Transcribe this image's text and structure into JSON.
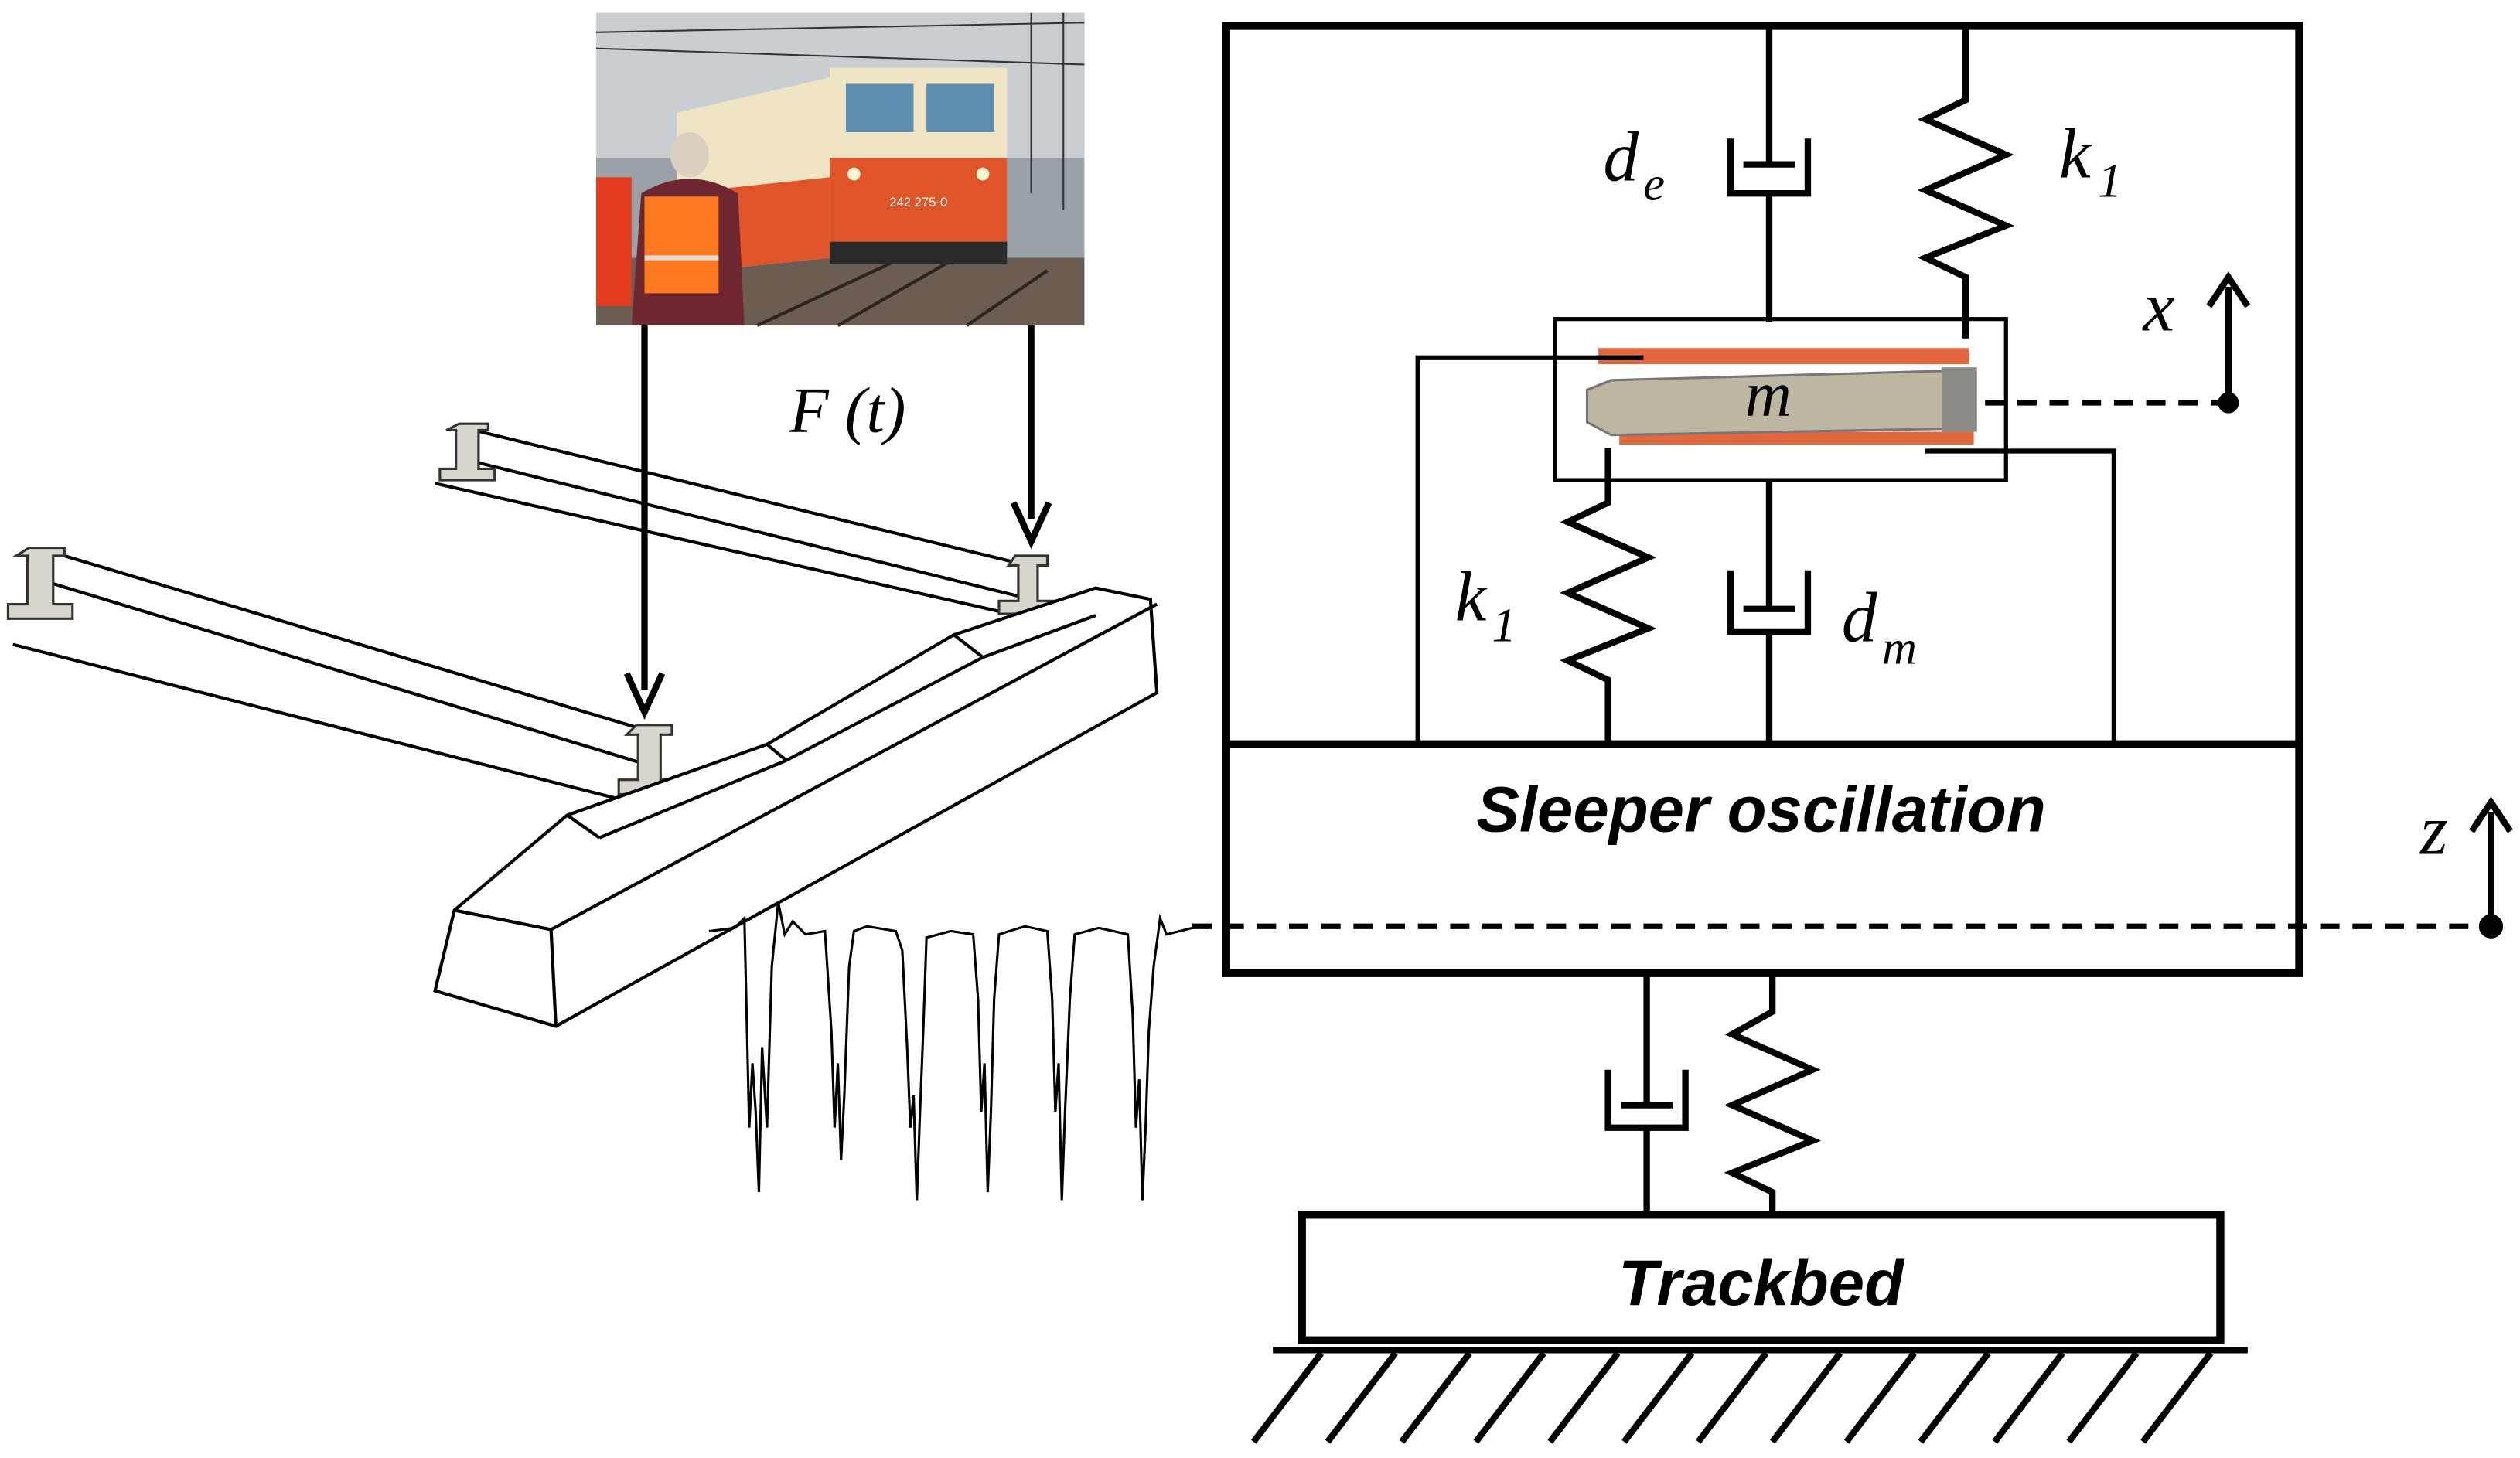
{
  "labels": {
    "force": "F (t)",
    "damper_top": "d",
    "damper_top_sub": "e",
    "spring_top": "k",
    "spring_top_sub": "1",
    "mass": "m",
    "spring_bottom": "k",
    "spring_bottom_sub": "1",
    "damper_bottom": "d",
    "damper_bottom_sub": "m",
    "displacement_x": "x",
    "displacement_z": "z",
    "sleeper": "Sleeper oscillation",
    "trackbed": "Trackbed"
  },
  "photo": {
    "locomotive_number": "242 275-0"
  },
  "colors": {
    "line": "#000000",
    "rail_fill": "#d8d6cc",
    "magnet_plate": "#e0683c",
    "mass_core": "#bdb7a2",
    "loco_orange": "#e0542a",
    "loco_cream": "#efe4c4",
    "vest_orange": "#ff7a1e"
  },
  "signal_trace": {
    "description_values": "sleeper vibration response",
    "dips": 6
  }
}
